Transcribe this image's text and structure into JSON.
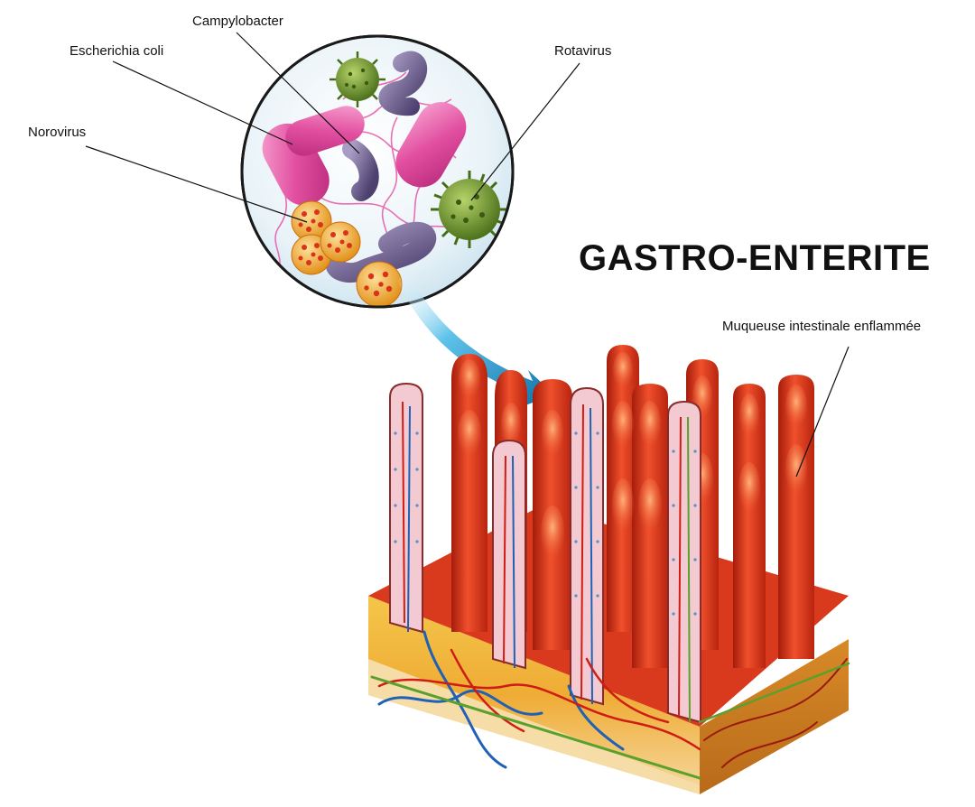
{
  "title": "GASTRO-ENTERITE",
  "pathogens": {
    "campylobacter": "Campylobacter",
    "escherichia_coli": "Escherichia coli",
    "norovirus": "Norovirus",
    "rotavirus": "Rotavirus"
  },
  "tissue_label": "Muqueuse intestinale enflammée",
  "colors": {
    "ecoli": "#e657a8",
    "campylobacter": "#6a5a8c",
    "rotavirus": "#6f9a2c",
    "norovirus": "#e89a1c",
    "arrow": "#1a93c6",
    "villus": "#d9361c",
    "submucosa": "#f2b93b",
    "artery": "#d01d14",
    "vein": "#1f62b5",
    "lymph": "#5aa02c"
  }
}
